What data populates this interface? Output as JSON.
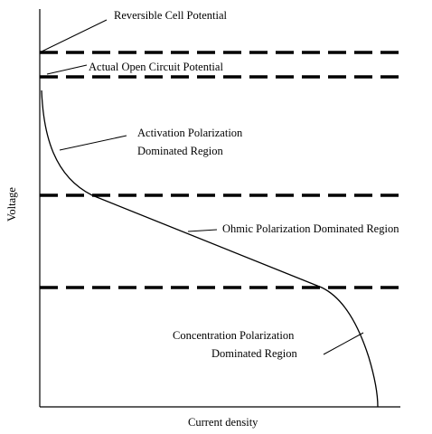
{
  "diagram": {
    "axes": {
      "x_label": "Current density",
      "y_label": "Voltage"
    },
    "annotations": {
      "reversible": "Reversible Cell Potential",
      "open_circuit": "Actual Open Circuit Potential",
      "activation_line1": "Activation Polarization",
      "activation_line2": "Dominated Region",
      "ohmic": "Ohmic Polarization Dominated Region",
      "concentration_line1": "Concentration Polarization",
      "concentration_line2": "Dominated Region"
    },
    "colors": {
      "ink": "#000000",
      "background": "#ffffff"
    }
  }
}
